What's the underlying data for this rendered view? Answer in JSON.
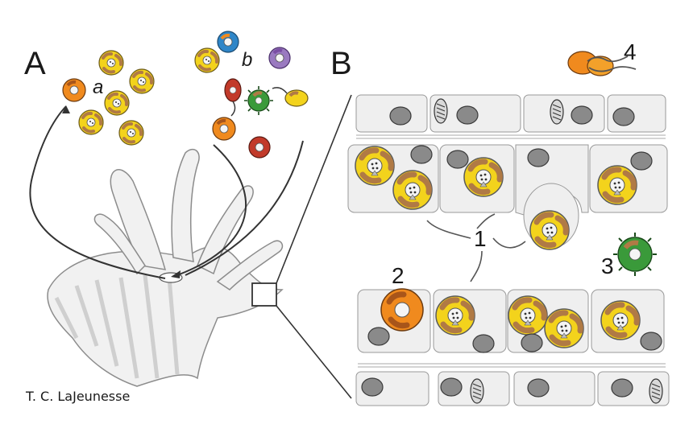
{
  "panels": {
    "a_label": "A",
    "b_label": "B"
  },
  "sublabels": {
    "a": "a",
    "b": "b"
  },
  "numbers": {
    "n1": "1",
    "n2": "2",
    "n3": "3",
    "n4": "4"
  },
  "credit": "T. C. LaJeunesse",
  "colors": {
    "symbiont_yellow": "#f3d31c",
    "symbiont_brown": "#b07a45",
    "orange": "#f08a1e",
    "green": "#3a9a3a",
    "blue": "#2f86c8",
    "purple": "#7a4ea3",
    "red": "#c23a2a",
    "nucleus_gray": "#8a8a8a",
    "cell_fill": "#efefef",
    "outline": "#555555"
  },
  "icons": [
    "anemone-polyp-icon",
    "symbiont-cell-icon",
    "flagellate-icon",
    "nucleus-icon",
    "cnidocyte-icon"
  ]
}
